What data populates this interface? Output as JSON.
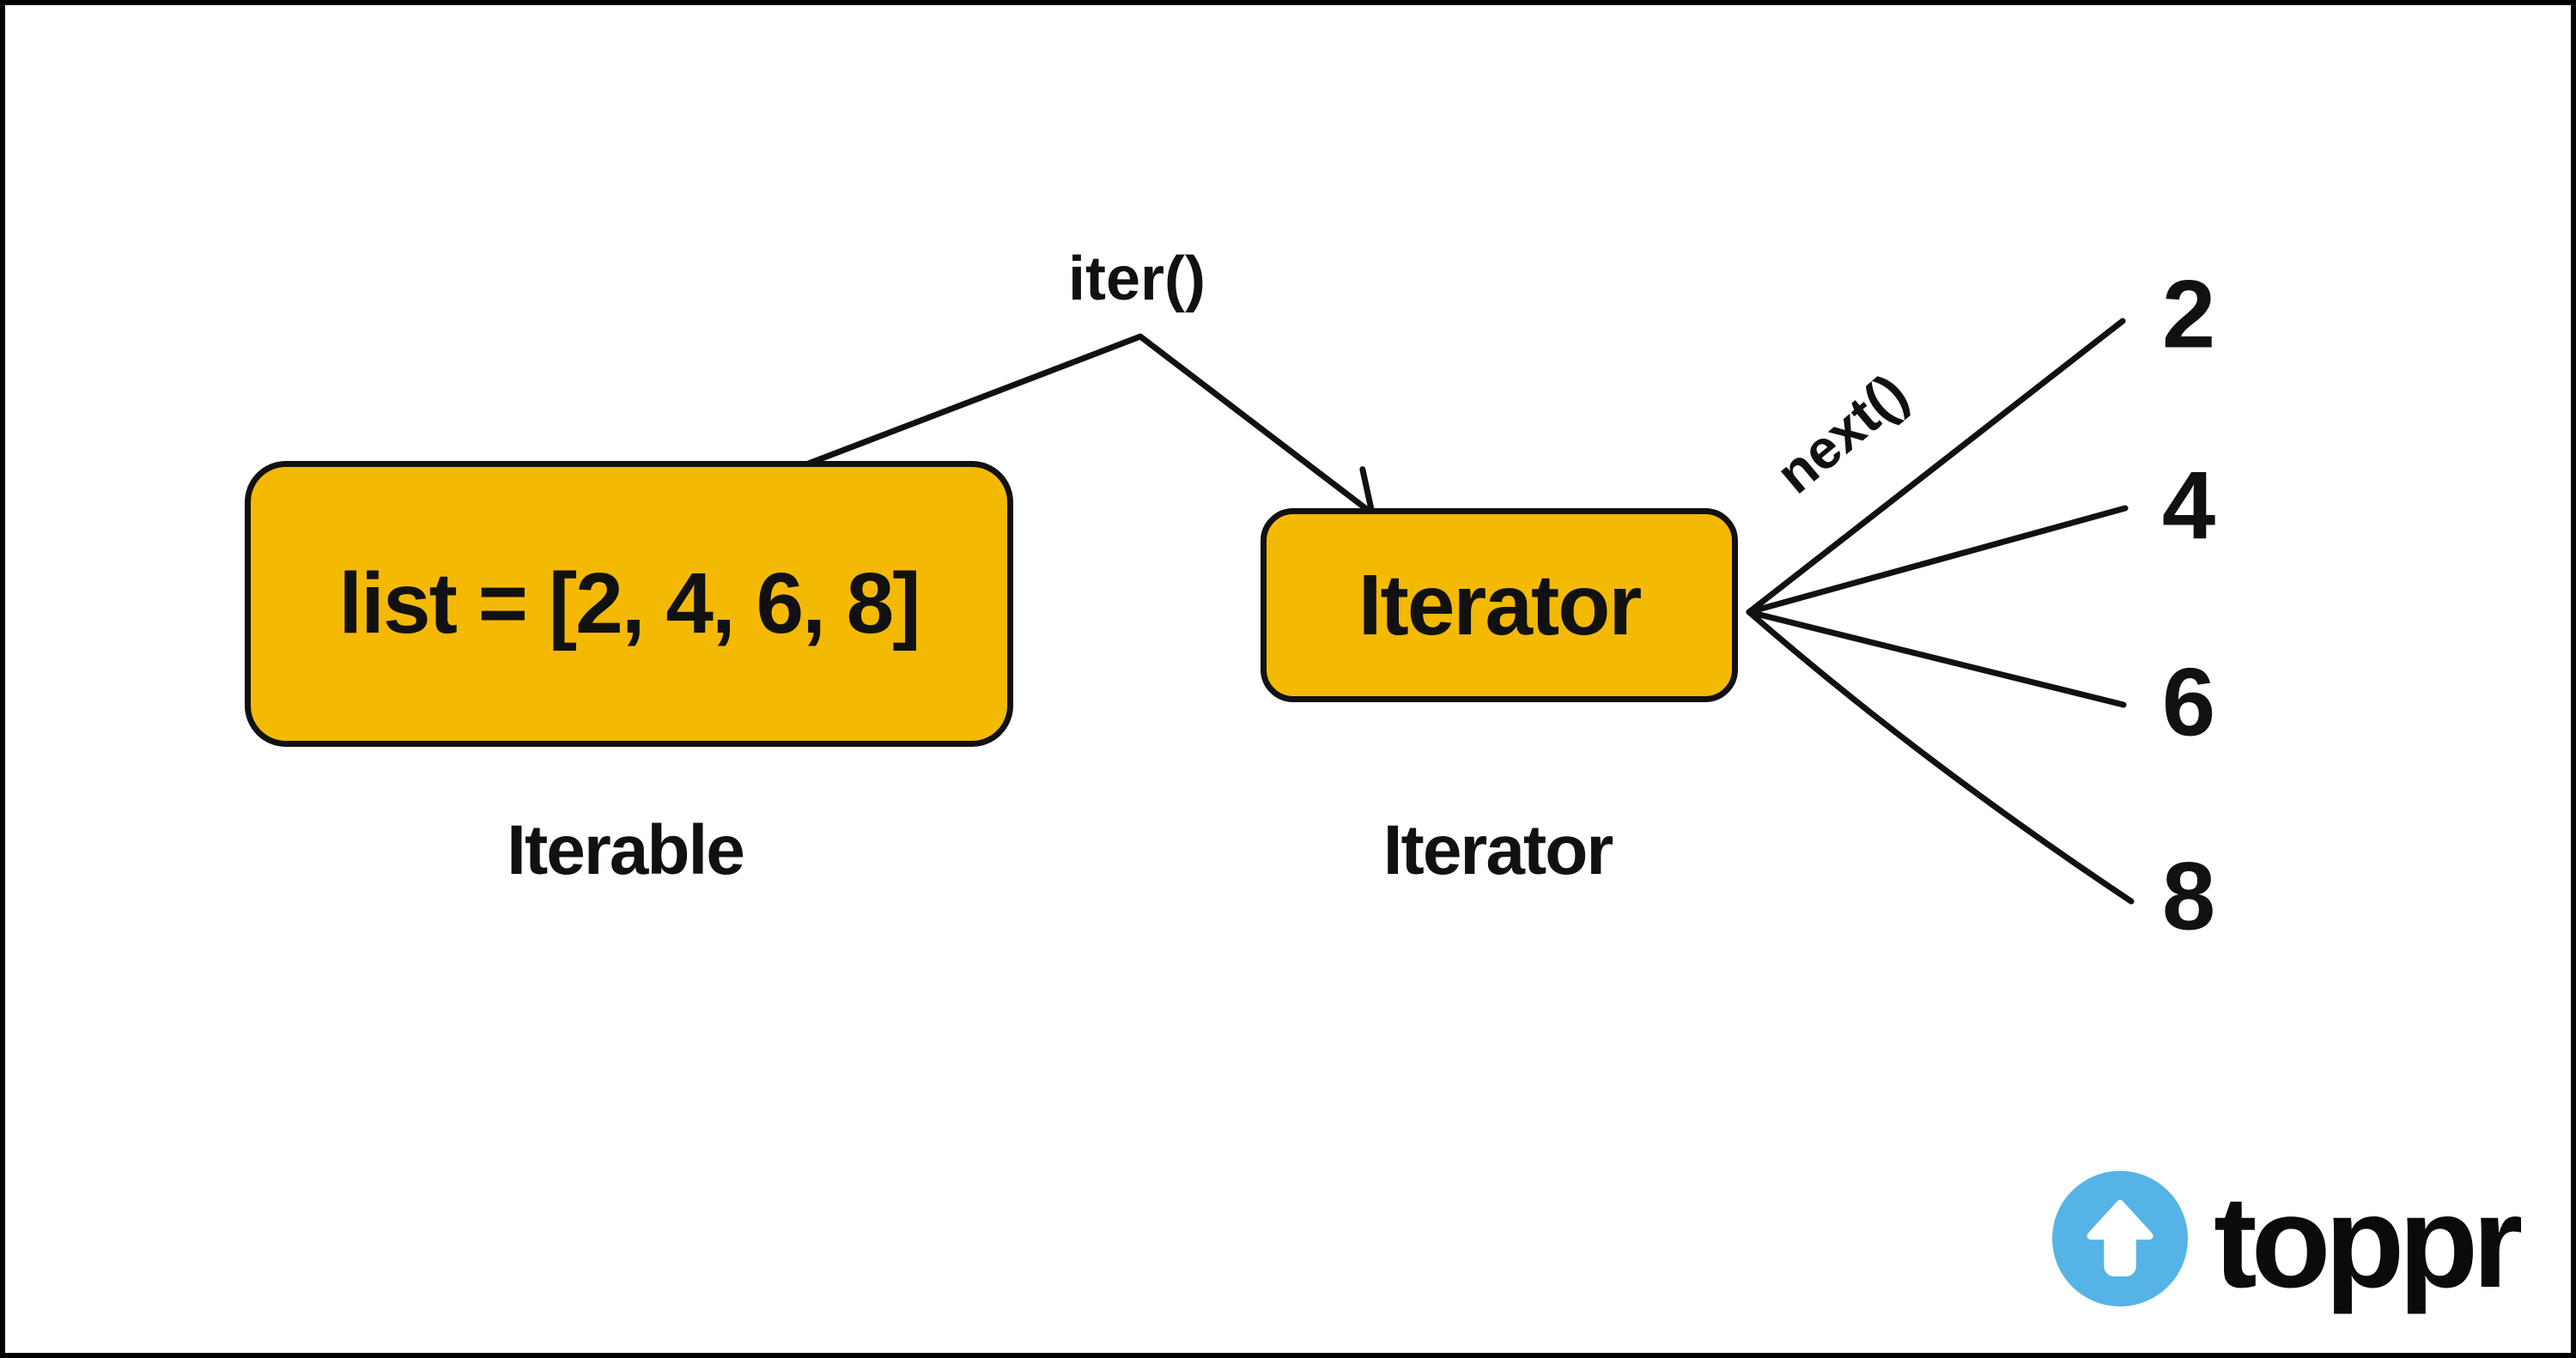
{
  "diagram": {
    "iterable": {
      "box_text": "list = [2, 4, 6, 8]",
      "caption": "Iterable"
    },
    "iterator": {
      "box_text": "Iterator",
      "caption": "Iterator"
    },
    "labels": {
      "iter_call": "iter()",
      "next_call": "next()"
    },
    "output_values": [
      "2",
      "4",
      "6",
      "8"
    ],
    "colors": {
      "box_fill": "#F4B903",
      "outline": "#111111",
      "background": "#FFFFFF",
      "logo_blue": "#55B4E5"
    }
  },
  "branding": {
    "logo_text": "toppr",
    "logo_icon": "up-arrow-icon"
  }
}
